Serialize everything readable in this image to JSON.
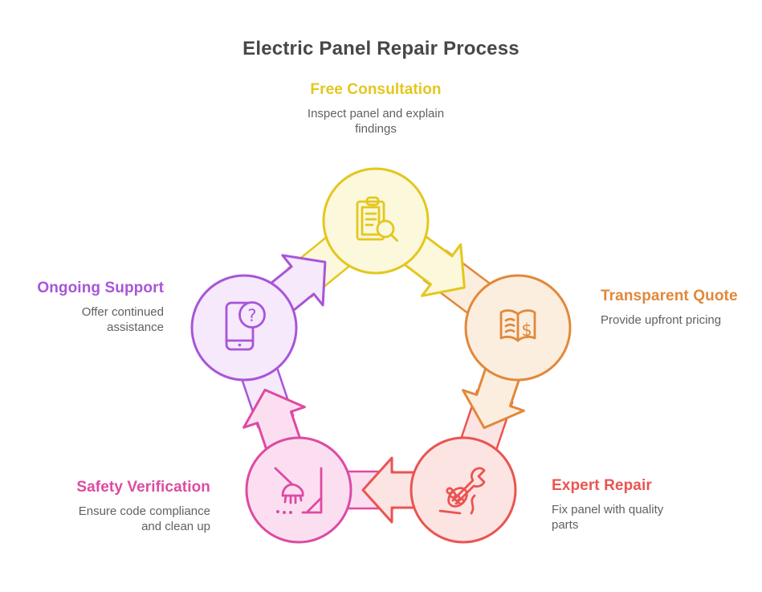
{
  "header": {
    "title": "Electric Panel Repair Process"
  },
  "steps": [
    {
      "id": "consultation",
      "title": "Free Consultation",
      "description": "Inspect panel and explain findings",
      "color": "#E3C71E",
      "fill": "#FBF8DB",
      "icon": "clipboard-search-icon"
    },
    {
      "id": "quote",
      "title": "Transparent Quote",
      "description": "Provide upfront pricing",
      "color": "#E2883A",
      "fill": "#FBEEDF",
      "icon": "book-dollar-icon"
    },
    {
      "id": "repair",
      "title": "Expert Repair",
      "description": "Fix panel with quality parts",
      "color": "#EA5450",
      "fill": "#FCE4E3",
      "icon": "hand-wrench-icon"
    },
    {
      "id": "safety",
      "title": "Safety Verification",
      "description": "Ensure code compliance and clean up",
      "color": "#DE4AA2",
      "fill": "#FBDFF1",
      "icon": "broom-clean-icon"
    },
    {
      "id": "support",
      "title": "Ongoing Support",
      "description": "Offer continued assistance",
      "color": "#A855D8",
      "fill": "#F5E9FB",
      "icon": "phone-question-icon"
    }
  ]
}
